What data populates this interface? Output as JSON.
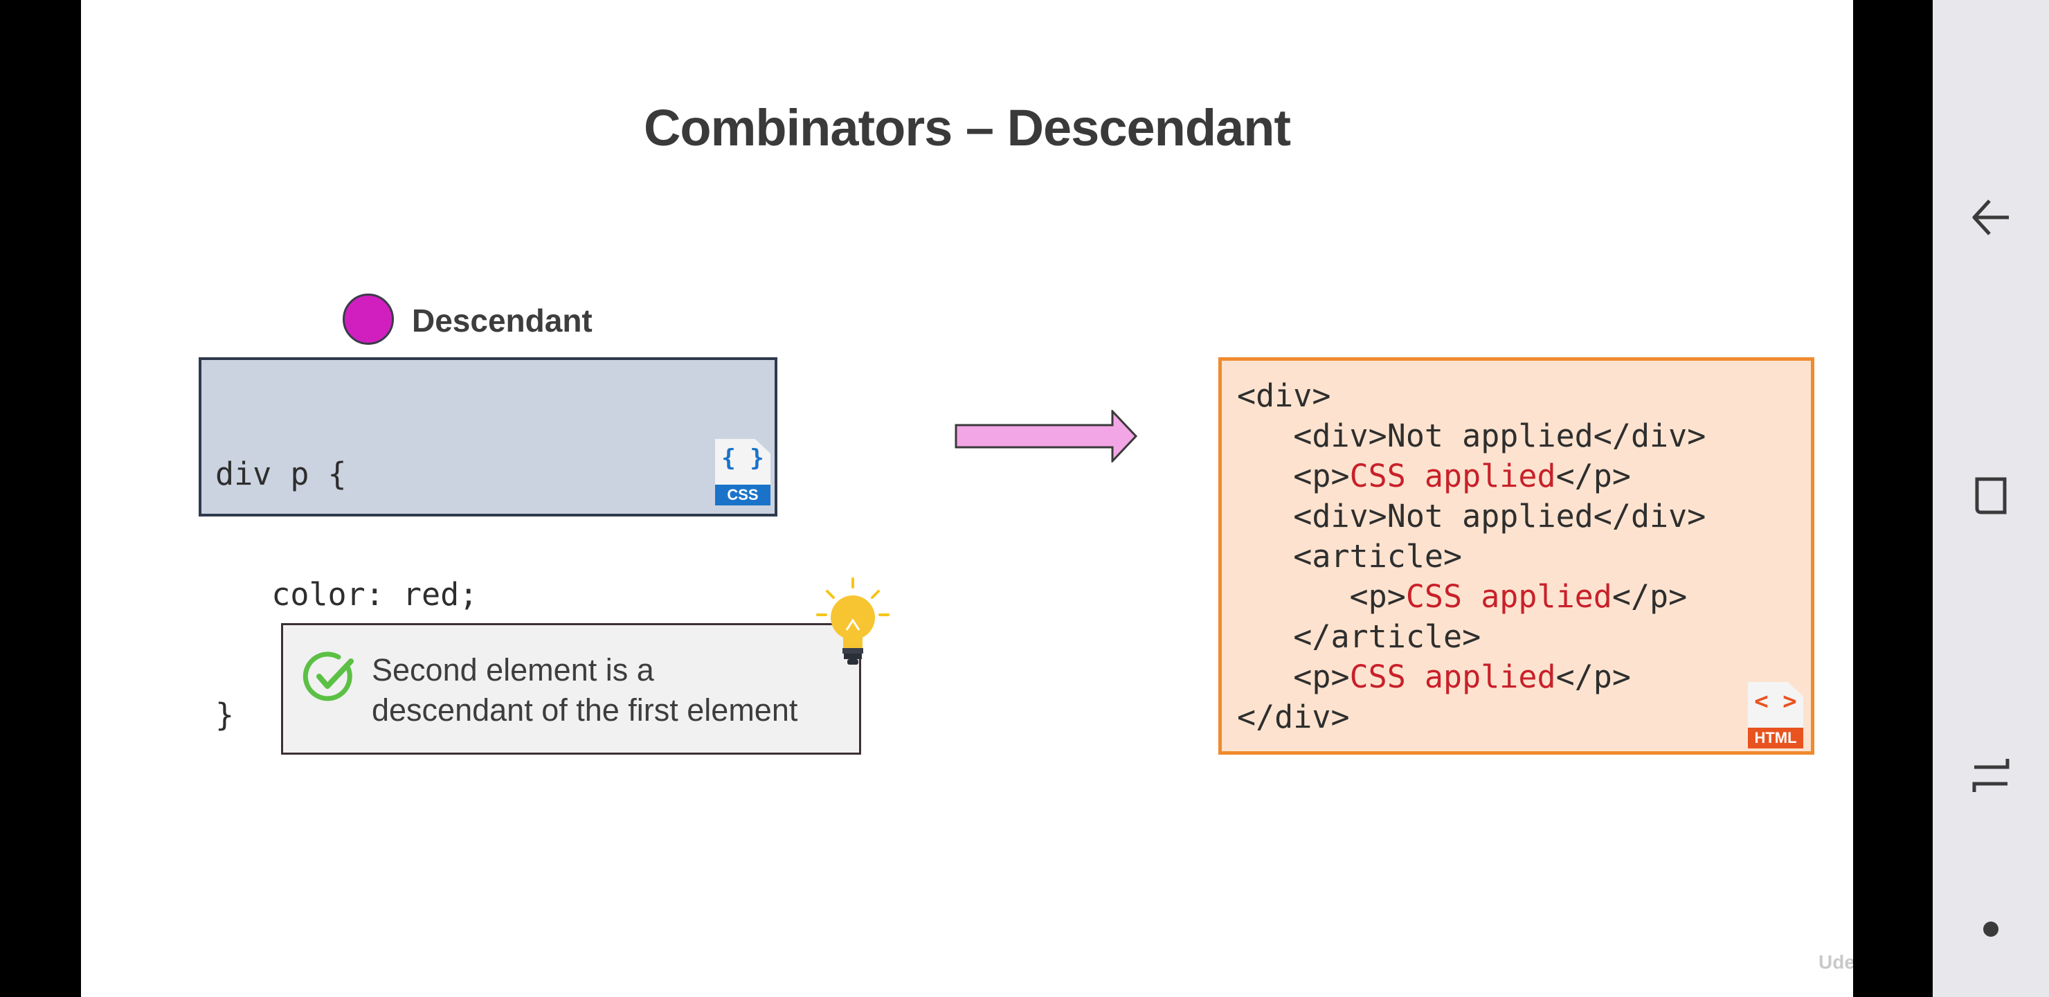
{
  "slide": {
    "title": "Combinators – Descendant",
    "badge_label": "Descendant",
    "css_code_lines": [
      "div p {",
      "   color: red;",
      "}"
    ],
    "css_file_tag": "CSS",
    "css_file_symbol": "{ }",
    "html_file_tag": "HTML",
    "html_file_symbol": "< >",
    "html_code": [
      {
        "indent": "",
        "pre": "<div>",
        "hl": "",
        "post": ""
      },
      {
        "indent": "   ",
        "pre": "<div>Not applied</div>",
        "hl": "",
        "post": ""
      },
      {
        "indent": "   ",
        "pre": "<p>",
        "hl": "CSS applied",
        "post": "</p>"
      },
      {
        "indent": "   ",
        "pre": "<div>Not applied</div>",
        "hl": "",
        "post": ""
      },
      {
        "indent": "   ",
        "pre": "<article>",
        "hl": "",
        "post": ""
      },
      {
        "indent": "      ",
        "pre": "<p>",
        "hl": "CSS applied",
        "post": "</p>"
      },
      {
        "indent": "   ",
        "pre": "</article>",
        "hl": "",
        "post": ""
      },
      {
        "indent": "   ",
        "pre": "<p>",
        "hl": "CSS applied",
        "post": "</p>"
      },
      {
        "indent": "",
        "pre": "</div>",
        "hl": "",
        "post": ""
      }
    ],
    "tip_line_1": "Second element is a",
    "tip_line_2": "descendant of the first element",
    "watermark": "Udemy"
  },
  "colors": {
    "badge": "#d11fbf",
    "css_box_bg": "#cbd3e0",
    "html_box_bg": "#fde3cf",
    "html_box_border": "#f08a2e",
    "highlight": "#c8202a",
    "arrow_fill": "#f3a6e6",
    "check": "#5cc045",
    "css_tag": "#1a73c9",
    "html_tag": "#e8531f"
  },
  "navbar": {
    "icons": [
      "back-icon",
      "recents-icon",
      "switch-icon",
      "dot-icon"
    ]
  }
}
